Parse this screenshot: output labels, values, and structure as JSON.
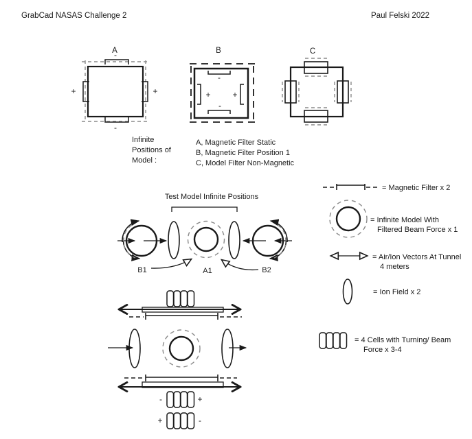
{
  "header": {
    "title": "GrabCad NASAS Challenge 2",
    "author": "Paul Felski 2022"
  },
  "figures": {
    "a": {
      "label": "A",
      "top_sign": "-",
      "left_sign": "+",
      "right_sign": "+",
      "bottom_sign": "-"
    },
    "b": {
      "label": "B",
      "top_sign": "-",
      "left_sign": "+",
      "right_sign": "+",
      "bottom_sign": "-"
    },
    "c": {
      "label": "C"
    }
  },
  "caption": {
    "line1": "Infinite",
    "line2": "Positions of",
    "line3": "Model :"
  },
  "descriptions": [
    "A, Magnetic Filter Static",
    "B, Magnetic Filter Position 1",
    "C, Model Filter Non-Magnetic"
  ],
  "middle": {
    "title": "Test Model Infinite Positions",
    "b1": "B1",
    "a1": "A1",
    "b2": "B2"
  },
  "bottom": {
    "row1_left": "-",
    "row1_right": "+",
    "row2_left": "+",
    "row2_right": "-"
  },
  "legend": {
    "magnetic_filter": "= Magnetic Filter x 2",
    "infinite_model_1": "= Infinite Model With",
    "infinite_model_2": "Filtered Beam Force x 1",
    "air_ion_1": "= Air/Ion Vectors At Tunnel",
    "air_ion_2": "4 meters",
    "ion_field": "= Ion Field x 2",
    "cells_1": "= 4 Cells with Turning/ Beam",
    "cells_2": "Force x 3-4"
  },
  "colors": {
    "ink": "#1a1a1a",
    "dash_gray": "#8a8a8a",
    "background": "#ffffff"
  }
}
